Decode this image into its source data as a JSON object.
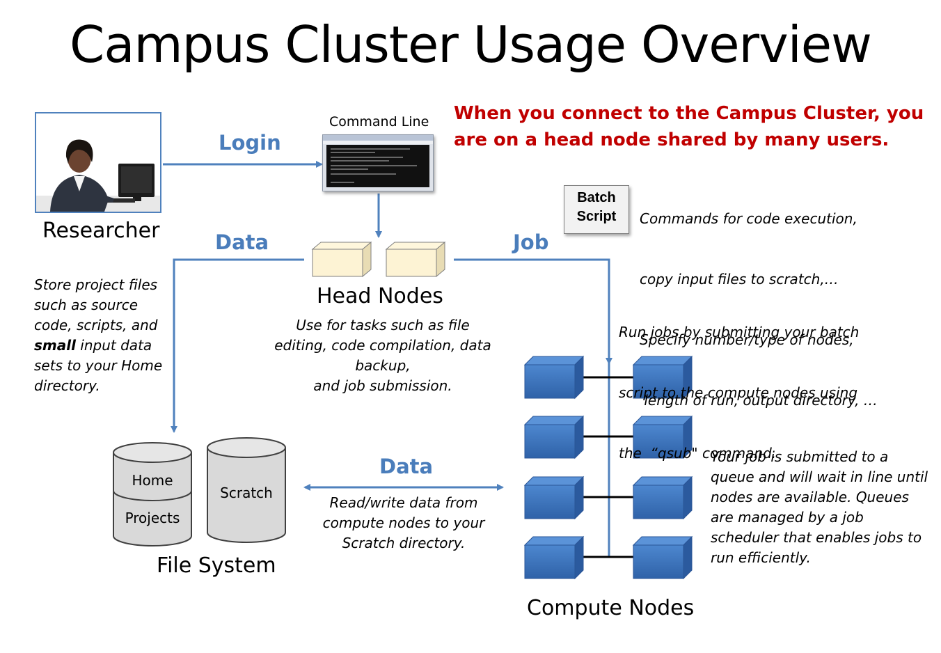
{
  "title": "Campus Cluster Usage Overview",
  "callout": "When you connect to the Campus Cluster, you are on a head node shared by many users.",
  "labels": {
    "login": "Login",
    "data_top": "Data",
    "job": "Job",
    "data_bottom": "Data",
    "command_line": "Command Line",
    "researcher": "Researcher",
    "head_nodes": "Head Nodes",
    "file_system": "File System",
    "compute_nodes": "Compute Nodes"
  },
  "batch_script": {
    "line1": "Batch",
    "line2": "Script"
  },
  "batch_notes": [
    "Commands for code execution,",
    "copy input files to scratch,…",
    "Specify number/type of nodes,",
    " length of run, output directory, …"
  ],
  "store_notes_parts": {
    "line1": "Store project files",
    "line2": "such as source",
    "line3": "code, scripts, and",
    "line4_bold": "small",
    "line4_rest": " input data",
    "line5": "sets to your Home",
    "line6": "directory."
  },
  "head_notes": [
    "Use for tasks such as file",
    "editing,  code compilation, data",
    "backup,",
    "and job submission."
  ],
  "job_notes": [
    "Run jobs by submitting your batch",
    "script to the compute nodes using",
    "the  “qsub\" command."
  ],
  "rw_notes": [
    "Read/write data from",
    "compute nodes to your",
    "Scratch directory."
  ],
  "queue_notes": [
    "Your job is submitted to a",
    "queue and will wait in line until",
    "nodes are available. Queues",
    "are managed by a job",
    "scheduler that enables jobs to",
    "run efficiently."
  ],
  "file_system": {
    "home": "Home",
    "projects": "Projects",
    "scratch": "Scratch"
  },
  "colors": {
    "arrow": "#4f81bd",
    "label_blue": "#4a7dbb",
    "callout_red": "#c00000",
    "node_blue": "#3a6fb5",
    "head_node_fill": "#fdf3d4",
    "cylinder_fill": "#d9d9d9"
  },
  "icons": {
    "researcher": "person-at-computer-photo",
    "terminal": "terminal-window-icon"
  }
}
